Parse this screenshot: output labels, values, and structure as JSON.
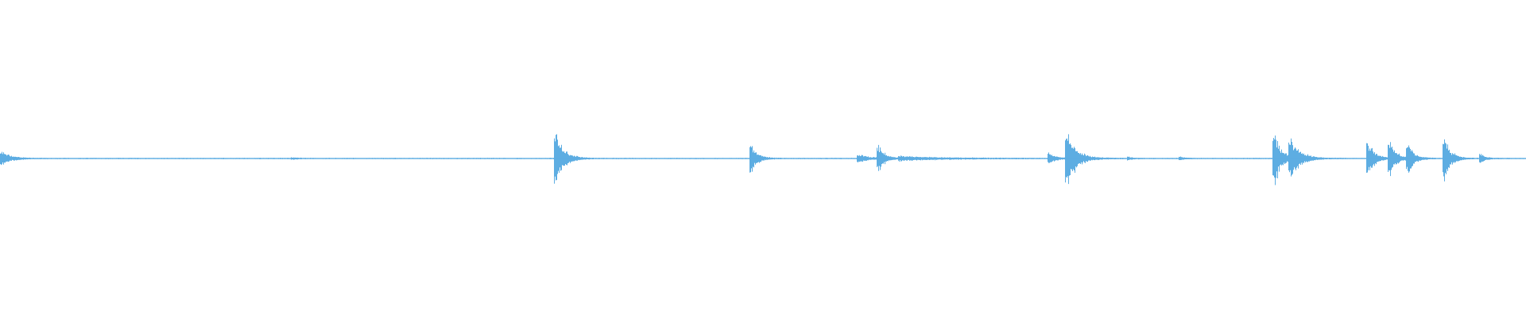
{
  "waveform": {
    "color": "#5dade2",
    "background": "#ffffff",
    "transients": [
      {
        "time": 0.0015,
        "amplitude": 0.15,
        "decay": 0.006
      },
      {
        "time": 0.192,
        "amplitude": 0.02,
        "decay": 0.004
      },
      {
        "time": 0.3645,
        "amplitude": 0.62,
        "decay": 0.005
      },
      {
        "time": 0.4925,
        "amplitude": 0.32,
        "decay": 0.004
      },
      {
        "time": 0.5625,
        "amplitude": 0.1,
        "decay": 0.006
      },
      {
        "time": 0.5755,
        "amplitude": 0.3,
        "decay": 0.004
      },
      {
        "time": 0.59,
        "amplitude": 0.05,
        "decay": 0.03
      },
      {
        "time": 0.6875,
        "amplitude": 0.12,
        "decay": 0.004
      },
      {
        "time": 0.699,
        "amplitude": 0.68,
        "decay": 0.006
      },
      {
        "time": 0.74,
        "amplitude": 0.03,
        "decay": 0.003
      },
      {
        "time": 0.7735,
        "amplitude": 0.04,
        "decay": 0.003
      },
      {
        "time": 0.835,
        "amplitude": 0.7,
        "decay": 0.004
      },
      {
        "time": 0.8455,
        "amplitude": 0.5,
        "decay": 0.006
      },
      {
        "time": 0.8965,
        "amplitude": 0.42,
        "decay": 0.004
      },
      {
        "time": 0.9105,
        "amplitude": 0.45,
        "decay": 0.004
      },
      {
        "time": 0.9225,
        "amplitude": 0.33,
        "decay": 0.004
      },
      {
        "time": 0.9465,
        "amplitude": 0.52,
        "decay": 0.004
      },
      {
        "time": 0.9705,
        "amplitude": 0.1,
        "decay": 0.003
      }
    ],
    "baseline_amplitude": 0.015
  }
}
